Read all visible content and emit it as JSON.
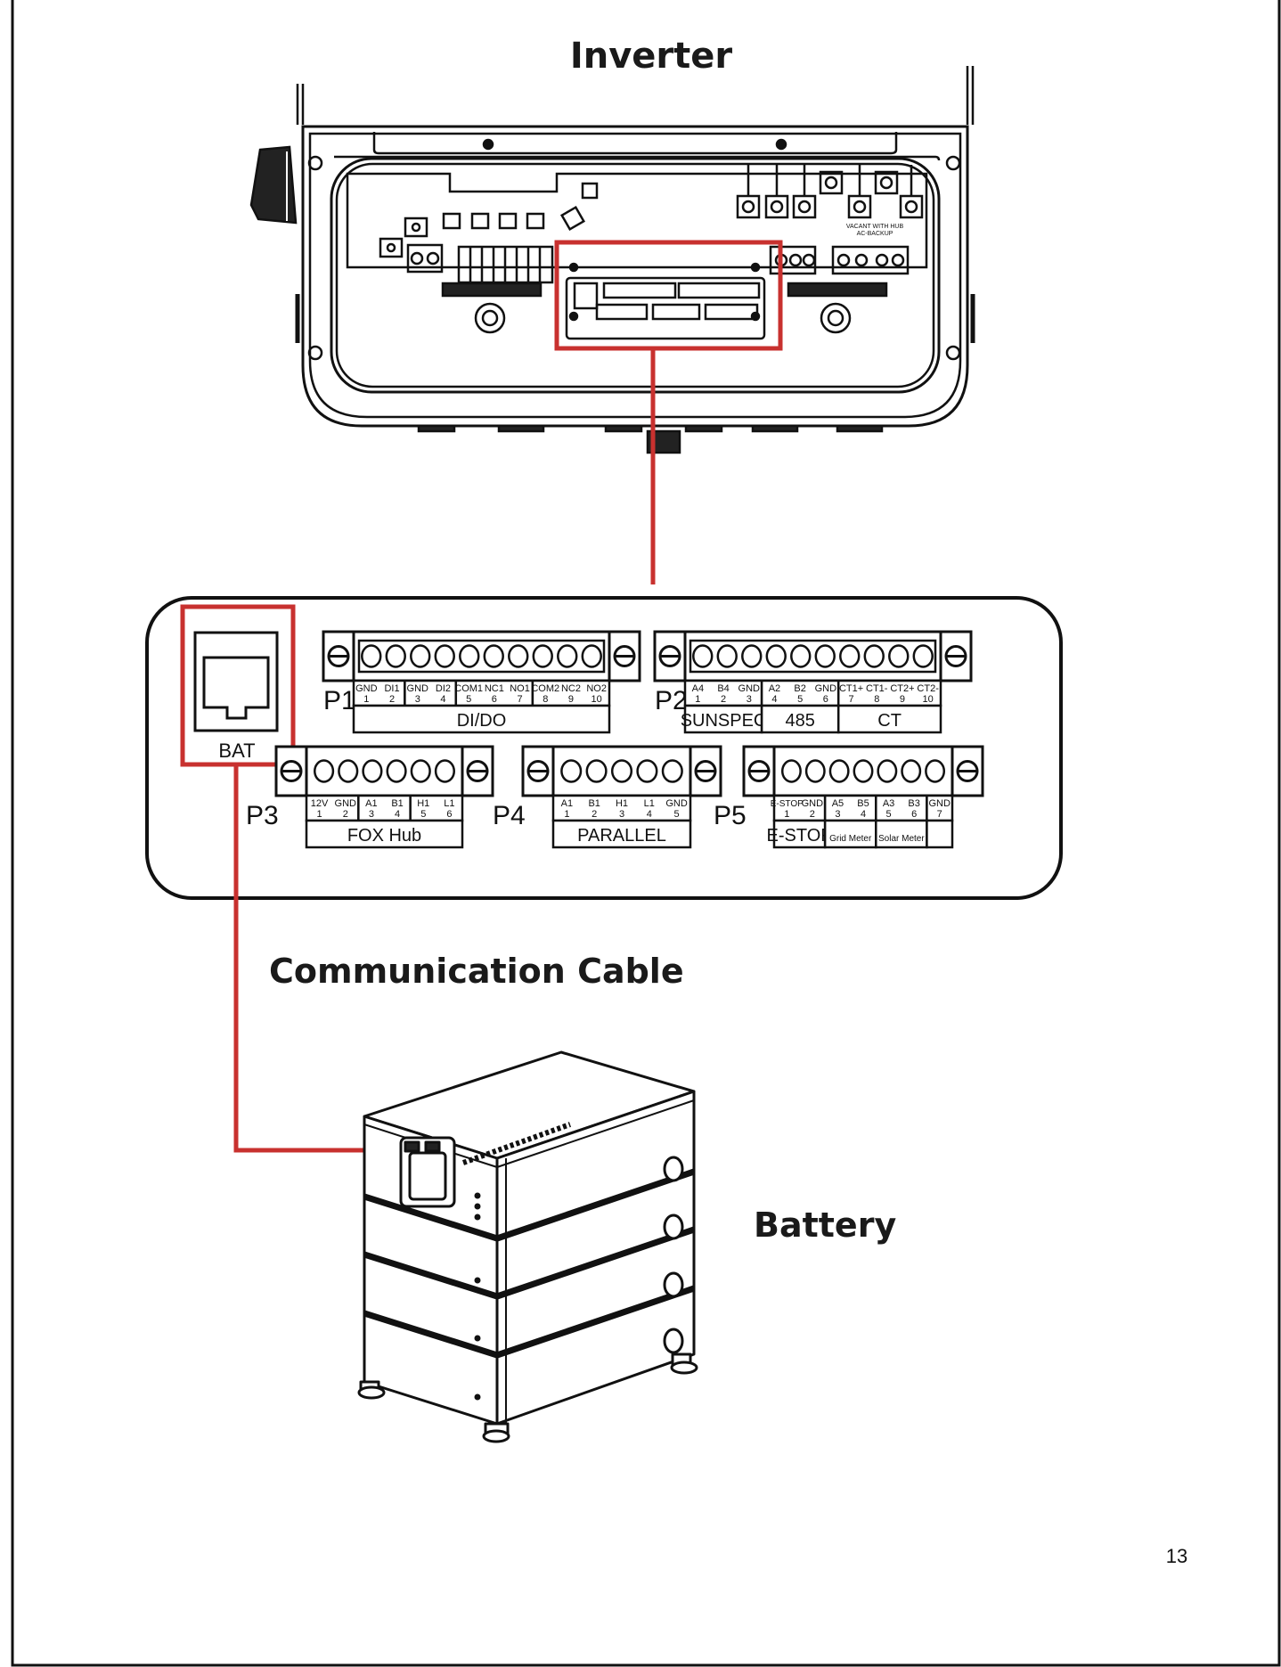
{
  "titles": {
    "inverter": "Inverter",
    "cable": "Communication Cable",
    "battery": "Battery"
  },
  "page_number": "13",
  "inverter_labels": {
    "vacant": "VACANT WITH HUB",
    "backup": "AC-BACKUP"
  },
  "bat_port": {
    "label": "BAT"
  },
  "colors": {
    "highlight": "#c8312f",
    "line": "#111111"
  },
  "blocks": [
    {
      "id": "P1",
      "groups": [
        {
          "label": "DI/DO",
          "pins": [
            [
              "GND",
              "1"
            ],
            [
              "DI1",
              "2"
            ],
            [
              "GND",
              "3"
            ],
            [
              "DI2",
              "4"
            ],
            [
              "COM1",
              "5"
            ],
            [
              "NC1",
              "6"
            ],
            [
              "NO1",
              "7"
            ],
            [
              "COM2",
              "8"
            ],
            [
              "NC2",
              "9"
            ],
            [
              "NO2",
              "10"
            ]
          ],
          "cells": [
            2,
            2,
            3,
            3
          ]
        }
      ]
    },
    {
      "id": "P2",
      "groups": [
        {
          "label": "SUNSPEC",
          "pins": [
            [
              "A4",
              "1"
            ],
            [
              "B4",
              "2"
            ],
            [
              "GND",
              "3"
            ]
          ]
        },
        {
          "label": "485",
          "pins": [
            [
              "A2",
              "4"
            ],
            [
              "B2",
              "5"
            ],
            [
              "GND",
              "6"
            ]
          ]
        },
        {
          "label": "CT",
          "pins": [
            [
              "CT1+",
              "7"
            ],
            [
              "CT1-",
              "8"
            ],
            [
              "CT2+",
              "9"
            ],
            [
              "CT2-",
              "10"
            ]
          ]
        }
      ]
    },
    {
      "id": "P3",
      "groups": [
        {
          "label": "FOX Hub",
          "pins": [
            [
              "12V",
              "1"
            ],
            [
              "GND",
              "2"
            ],
            [
              "A1",
              "3"
            ],
            [
              "B1",
              "4"
            ],
            [
              "H1",
              "5"
            ],
            [
              "L1",
              "6"
            ]
          ],
          "cells": [
            2,
            2,
            2
          ]
        }
      ]
    },
    {
      "id": "P4",
      "groups": [
        {
          "label": "PARALLEL",
          "pins": [
            [
              "A1",
              "1"
            ],
            [
              "B1",
              "2"
            ],
            [
              "H1",
              "3"
            ],
            [
              "L1",
              "4"
            ],
            [
              "GND",
              "5"
            ]
          ]
        }
      ]
    },
    {
      "id": "P5",
      "groups": [
        {
          "label": "E-STOP",
          "pins": [
            [
              "E-STOP",
              "1"
            ],
            [
              "GND",
              "2"
            ]
          ]
        },
        {
          "label": "Grid Meter",
          "pins": [
            [
              "A5",
              "3"
            ],
            [
              "B5",
              "4"
            ]
          ]
        },
        {
          "label": "Solar Meter",
          "pins": [
            [
              "A3",
              "5"
            ],
            [
              "B3",
              "6"
            ]
          ]
        },
        {
          "label": "",
          "pins": [
            [
              "GND",
              "7"
            ]
          ]
        }
      ]
    }
  ]
}
